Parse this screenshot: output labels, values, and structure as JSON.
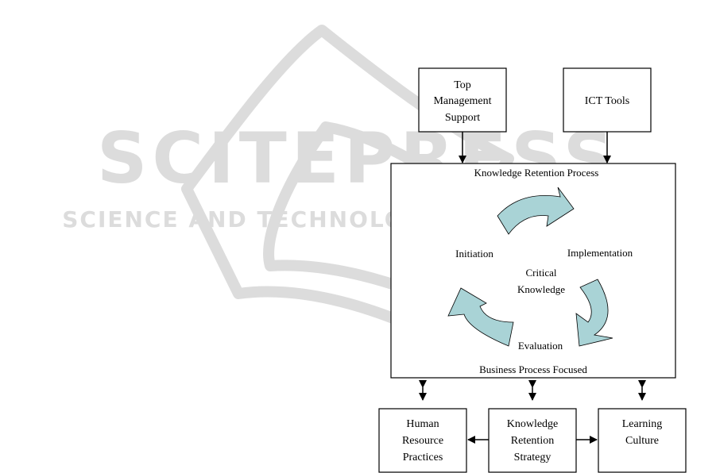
{
  "watermark": {
    "title": "SCITEPRESS",
    "subtitle": "SCIENCE AND TECHNOLOGY PUBLICATIONS"
  },
  "diagram": {
    "top_boxes": {
      "management_line1": "Top",
      "management_line2": "Management",
      "management_line3": "Support",
      "ict": "ICT Tools"
    },
    "process_box": {
      "title": "Knowledge Retention Process",
      "footer": "Business Process Focused",
      "center_line1": "Critical",
      "center_line2": "Knowledge",
      "stage_initiation": "Initiation",
      "stage_implementation": "Implementation",
      "stage_evaluation": "Evaluation"
    },
    "bottom_boxes": {
      "hr_line1": "Human",
      "hr_line2": "Resource",
      "hr_line3": "Practices",
      "strategy_line1": "Knowledge",
      "strategy_line2": "Retention",
      "strategy_line3": "Strategy",
      "culture_line1": "Learning",
      "culture_line2": "Culture"
    },
    "colors": {
      "cycle_arrow_fill": "#a9d3d6",
      "line": "#000000",
      "watermark": "#dcdcdc"
    }
  }
}
